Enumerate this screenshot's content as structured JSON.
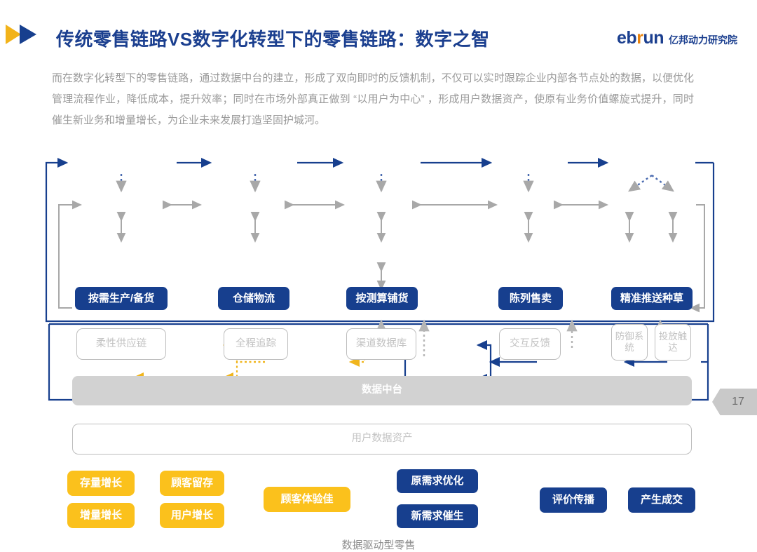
{
  "header": {
    "title": "传统零售链路VS数字化转型下的零售链路：数字之智",
    "brand_en_1": "eb",
    "brand_en_r": "r",
    "brand_en_2": "un",
    "brand_cn": "亿邦动力研究院",
    "logo_icon": "double-arrow-logo"
  },
  "paragraph": "而在数字化转型下的零售链路，通过数据中台的建立，形成了双向即时的反馈机制，不仅可以实时跟踪企业内部各节点处的数据，以便优化管理流程作业，降低成本，提升效率；同时在市场外部真正做到 “以用户为中心” ，形成用户数据资产，使原有业务价值螺旋式提升，同时催生新业务和增量增长，为企业未来发展打造坚固护城河。",
  "diagram": {
    "top_row": [
      {
        "label": "按需生产/备货"
      },
      {
        "label": "仓储物流"
      },
      {
        "label": "按测算铺货"
      },
      {
        "label": "陈列售卖"
      },
      {
        "label": "精准推送种草"
      }
    ],
    "second_row": [
      {
        "label": "柔性供应链"
      },
      {
        "label": "全程追踪"
      },
      {
        "label": "渠道数据库"
      },
      {
        "label": "交互反馈"
      },
      {
        "label": "防御系统"
      },
      {
        "label": "投放触达"
      }
    ],
    "middle_bar": "数据中台",
    "asset_bar": "用户数据资产",
    "yellow_boxes": [
      {
        "label": "存量增长"
      },
      {
        "label": "增量增长"
      },
      {
        "label": "顾客留存"
      },
      {
        "label": "用户增长"
      },
      {
        "label": "顾客体验佳"
      }
    ],
    "bottom_blue": [
      {
        "label": "原需求优化"
      },
      {
        "label": "新需求催生"
      },
      {
        "label": "评价传播"
      },
      {
        "label": "产生成交"
      }
    ],
    "caption": "数据驱动型零售"
  },
  "page_number": "17",
  "colors": {
    "brand_blue": "#173f8e",
    "brand_orange": "#e8820c",
    "yellow": "#fbc11c",
    "gray_box": "#bdbdbd",
    "gray_bar": "#d2d2d2"
  }
}
